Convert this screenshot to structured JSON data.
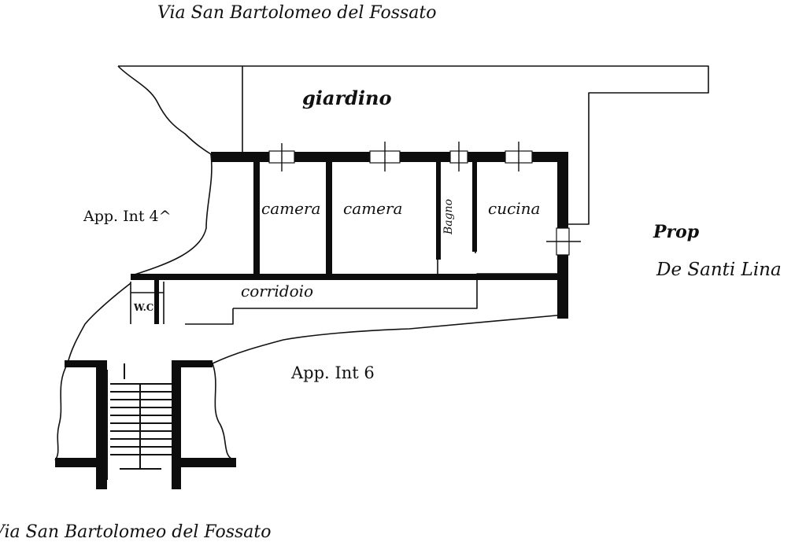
{
  "labels": {
    "street_top": "Via San Bartolomeo del Fossato",
    "garden": "giardino",
    "apartment_left": "App. Int 4^",
    "room_1": "camera",
    "room_2": "camera",
    "bath": "Bagno",
    "kitchen": "cucina",
    "hallway": "corridoio",
    "wc": "W.C.",
    "apartment_below": "App. Int 6",
    "owner_line_1": "Prop",
    "owner_line_2": "De Santi Lina",
    "street_bottom": "Via San Bartolomeo del Fossato"
  },
  "colors": {
    "ink": "#111111",
    "paper": "#ffffff",
    "wall": "#0d0d0d"
  }
}
